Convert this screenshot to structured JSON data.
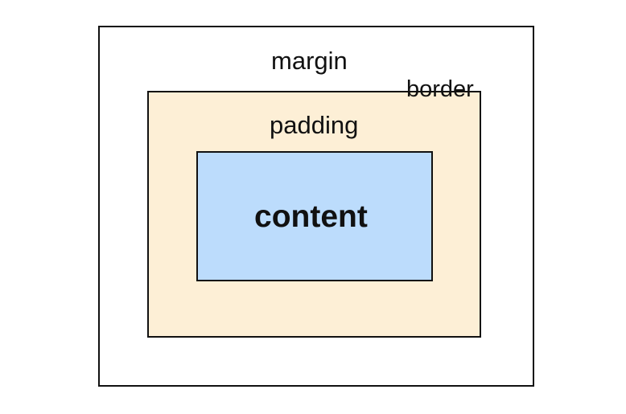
{
  "diagram": {
    "labels": {
      "margin": "margin",
      "border": "border",
      "padding": "padding",
      "content": "content"
    },
    "colors": {
      "margin_fill": "#ffffff",
      "padding_fill": "#fdefd6",
      "content_fill": "#bcdcfc",
      "stroke": "#111111",
      "text": "#111111"
    }
  }
}
